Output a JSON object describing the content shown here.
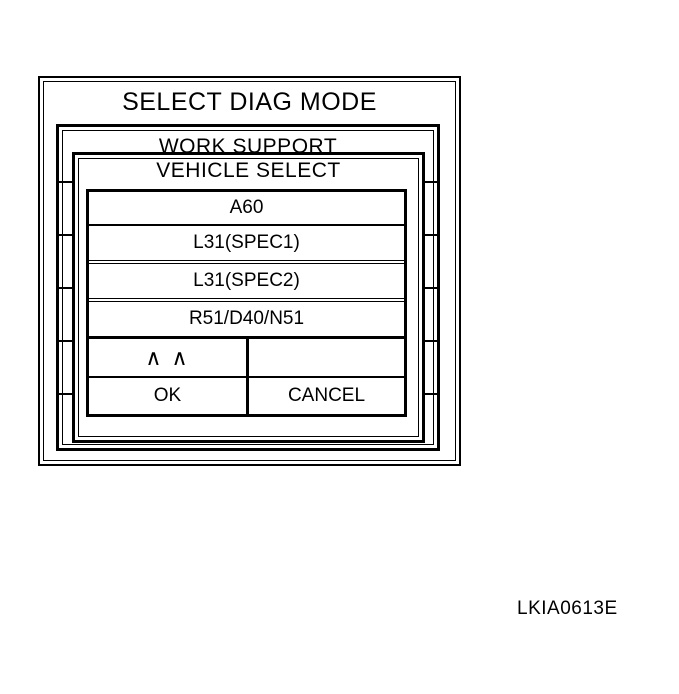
{
  "windows": {
    "outer_title": "SELECT DIAG MODE",
    "middle_title": "WORK SUPPORT",
    "inner_title": "VEHICLE SELECT"
  },
  "vehicle_list": {
    "items": [
      "A60",
      "L31(SPEC1)",
      "L31(SPEC2)",
      "R51/D40/N51"
    ]
  },
  "controls": {
    "page_up_label": "∧ ∧",
    "ok_label": "OK",
    "cancel_label": "CANCEL"
  },
  "figure_code": "LKIA0613E"
}
